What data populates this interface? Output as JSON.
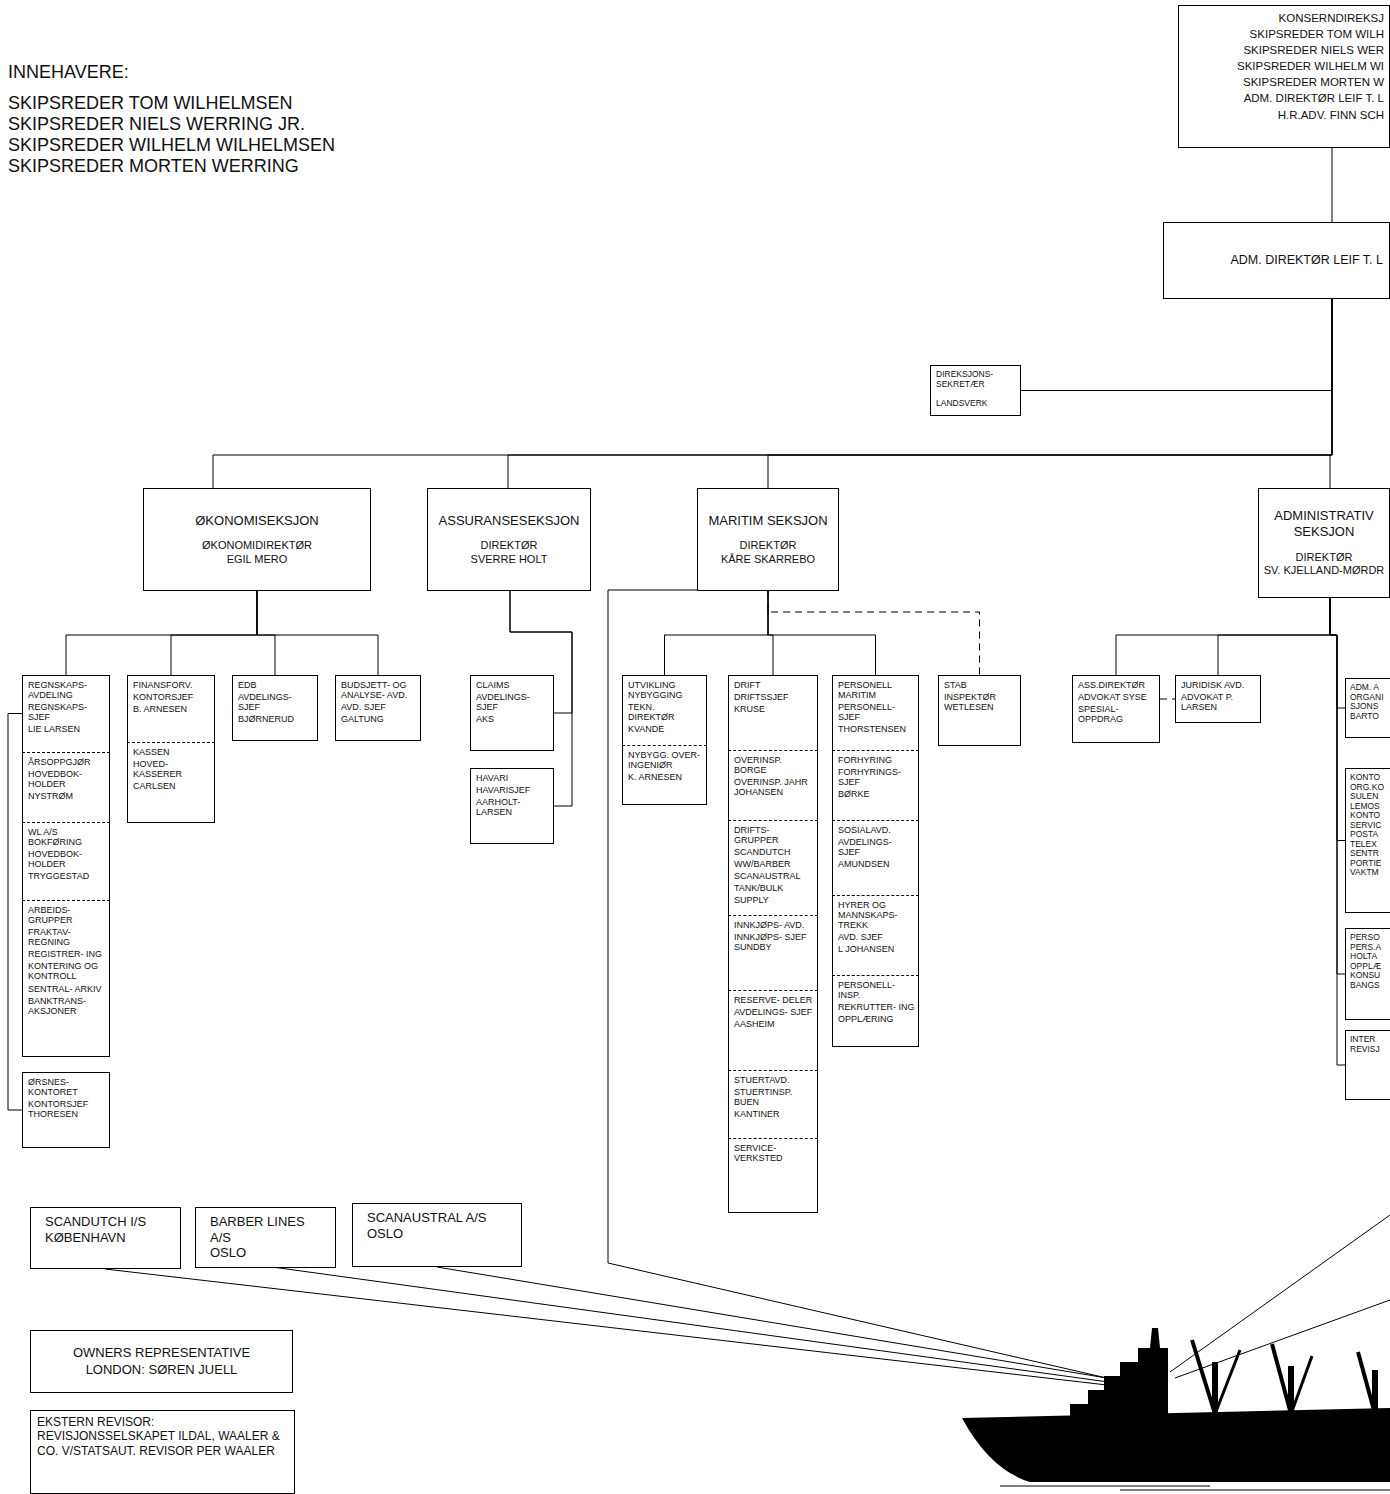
{
  "diagram": {
    "nodes": [
      {
        "text": [
          "KONSERNDIREKSJ",
          "SKIPSREDER TOM WILH",
          "SKIPSREDER NIELS WER",
          "SKIPSREDER WILHELM WI",
          "SKIPSREDER MORTEN W",
          "ADM. DIREKTØR LEIF T. L",
          "H.R.ADV. FINN SCH"
        ]
      },
      {
        "text": [
          "ADM. DIREKTØR LEIF T. L"
        ]
      },
      {
        "text": [
          "DIREKSJONS- SEKRETÆR",
          "LANDSVERK"
        ]
      },
      {
        "text": [
          "ØKONOMISEKSJON",
          "ØKONOMIDIREKTØR",
          "EGIL MERO"
        ]
      },
      {
        "text": [
          "ASSURANSESEKSJON",
          "DIREKTØR",
          "SVERRE HOLT"
        ]
      },
      {
        "text": [
          "MARITIM SEKSJON",
          "DIREKTØR",
          "KÅRE SKARREBO"
        ]
      },
      {
        "text": [
          "ADMINISTRATIV SEKSJON",
          "DIREKTØR",
          "SV. KJELLAND-MØRDR"
        ]
      },
      {
        "text": [
          "REGNSKAPS- AVDELING",
          "REGNSKAPS- SJEF",
          "LIE LARSEN"
        ]
      },
      {
        "text": [
          "ÅRSOPPGJØR",
          "HOVEDBOK- HOLDER",
          "NYSTRØM"
        ]
      },
      {
        "text": [
          "WL A/S BOKFØRING",
          "HOVEDBOK- HOLDER",
          "TRYGGESTAD"
        ]
      },
      {
        "text": [
          "ARBEIDS- GRUPPER",
          "FRAKTAV- REGNING",
          "REGISTRER- ING",
          "KONTERING OG KONTROLL",
          "SENTRAL- ARKIV",
          "BANKTRANS- AKSJONER"
        ]
      },
      {
        "text": [
          "FINANSFORV.",
          "KONTORSJEF",
          "B. ARNESEN"
        ]
      },
      {
        "text": [
          "KASSEN",
          "HOVED- KASSERER",
          "CARLSEN"
        ]
      },
      {
        "text": [
          "EDB",
          "AVDELINGS- SJEF",
          "BJØRNERUD"
        ]
      },
      {
        "text": [
          "BUDSJETT- OG ANALYSE- AVD.",
          "AVD. SJEF",
          "GALTUNG"
        ]
      },
      {
        "text": [
          "CLAIMS",
          "AVDELINGS- SJEF",
          "AKS"
        ]
      },
      {
        "text": [
          "HAVARI",
          "HAVARISJEF",
          "AARHOLT- LARSEN"
        ]
      },
      {
        "text": [
          "UTVIKLING NYBYGGING",
          "TEKN. DIREKTØR",
          "KVANDE"
        ]
      },
      {
        "text": [
          "NYBYGG. OVER- INGENIØR",
          "K. ARNESEN"
        ]
      },
      {
        "text": [
          "DRIFT",
          "DRIFTSSJEF",
          "KRUSE"
        ]
      },
      {
        "text": [
          "OVERINSP. BORGE",
          "OVERINSP. JAHR JOHANSEN"
        ]
      },
      {
        "text": [
          "DRIFTS- GRUPPER",
          "SCANDUTCH",
          "WW/BARBER",
          "SCANAUSTRAL",
          "TANK/BULK",
          "SUPPLY"
        ]
      },
      {
        "text": [
          "INNKJØPS- AVD.",
          "INNKJØPS- SJEF SUNDBY"
        ]
      },
      {
        "text": [
          "RESERVE- DELER",
          "AVDELINGS- SJEF",
          "AASHEIM"
        ]
      },
      {
        "text": [
          "STUERTAVD.",
          "STUERTINSP. BUEN",
          "KANTINER"
        ]
      },
      {
        "text": [
          "SERVICE- VERKSTED"
        ]
      },
      {
        "text": [
          "PERSONELL MARITIM",
          "PERSONELL- SJEF",
          "THORSTENSEN"
        ]
      },
      {
        "text": [
          "FORHYRING",
          "FORHYRINGS- SJEF",
          "BØRKE"
        ]
      },
      {
        "text": [
          "SOSIALAVD.",
          "AVDELINGS- SJEF",
          "AMUNDSEN"
        ]
      },
      {
        "text": [
          "HYRER OG MANNSKAPS- TREKK",
          "AVD. SJEF",
          "L JOHANSEN"
        ]
      },
      {
        "text": [
          "PERSONELL- INSP.",
          "REKRUTTER- ING",
          "OPPLÆRING"
        ]
      },
      {
        "text": [
          "STAB",
          "INSPEKTØR WETLESEN"
        ]
      },
      {
        "text": [
          "ASS.DIREKTØR",
          "ADVOKAT SYSE",
          "SPESIAL- OPPDRAG"
        ]
      },
      {
        "text": [
          "JURIDISK AVD.",
          "ADVOKAT P. LARSEN"
        ]
      },
      {
        "text": [
          "ADM. A ORGANI SJONS BARTO"
        ]
      },
      {
        "text": [
          "KONTO ORG.KO SULEN LEMOS KONTO SERVIC POSTA TELEX SENTR PORTIE VAKTM"
        ]
      },
      {
        "text": [
          "PERSO PERS.A HOLTA OPPLÆ KONSU BANGS"
        ]
      },
      {
        "text": [
          "INTER REVISJ"
        ]
      },
      {
        "text": [
          "ØRSNES- KONTORET",
          "KONTORSJEF THORESEN"
        ]
      },
      {
        "text": [
          "SCANDUTCH I/S",
          "KØBENHAVN"
        ]
      },
      {
        "text": [
          "BARBER LINES A/S",
          "OSLO"
        ]
      },
      {
        "text": [
          "SCANAUSTRAL A/S",
          "OSLO"
        ]
      },
      {
        "text": [
          "OWNERS REPRESENTATIVE",
          "LONDON: SØREN JUELL"
        ]
      },
      {
        "text": [
          "EKSTERN REVISOR:",
          "REVISJONSSELSKAPET ILDAL, WAALER & CO. V/STATSAUT. REVISOR PER WAALER"
        ]
      }
    ],
    "edges": [
      {
        "from": 0,
        "to": 1,
        "arrow": "none"
      },
      {
        "from": 1,
        "to": 2,
        "arrow": "none"
      },
      {
        "from": 1,
        "to": 3,
        "arrow": "none"
      },
      {
        "from": 1,
        "to": 4,
        "arrow": "none"
      },
      {
        "from": 1,
        "to": 5,
        "arrow": "none"
      },
      {
        "from": 1,
        "to": 6,
        "arrow": "none"
      },
      {
        "from": 3,
        "to": 7,
        "arrow": "none"
      },
      {
        "from": 3,
        "to": 11,
        "arrow": "none"
      },
      {
        "from": 3,
        "to": 13,
        "arrow": "none"
      },
      {
        "from": 3,
        "to": 14,
        "arrow": "none"
      },
      {
        "from": 7,
        "to": 38,
        "arrow": "none"
      },
      {
        "from": 4,
        "to": 15,
        "arrow": "none"
      },
      {
        "from": 4,
        "to": 16,
        "arrow": "none"
      },
      {
        "from": 5,
        "to": 17,
        "arrow": "none"
      },
      {
        "from": 5,
        "to": 19,
        "arrow": "none"
      },
      {
        "from": 5,
        "to": 26,
        "arrow": "none"
      },
      {
        "from": 5,
        "to": 31,
        "arrow": "none"
      },
      {
        "from": 6,
        "to": 32,
        "arrow": "none"
      },
      {
        "from": 6,
        "to": 33,
        "arrow": "none"
      },
      {
        "from": 32,
        "to": 33,
        "arrow": "none"
      },
      {
        "from": 6,
        "to": 34,
        "arrow": "none"
      },
      {
        "from": 6,
        "to": 35,
        "arrow": "none"
      },
      {
        "from": 6,
        "to": 36,
        "arrow": "none"
      },
      {
        "from": 6,
        "to": 37,
        "arrow": "none"
      }
    ],
    "labels": [
      "INNEHAVERE:",
      "SKIPSREDER TOM WILHELMSEN",
      "SKIPSREDER NIELS WERRING JR.",
      "SKIPSREDER WILHELM WILHELMSEN",
      "SKIPSREDER MORTEN WERRING"
    ]
  }
}
